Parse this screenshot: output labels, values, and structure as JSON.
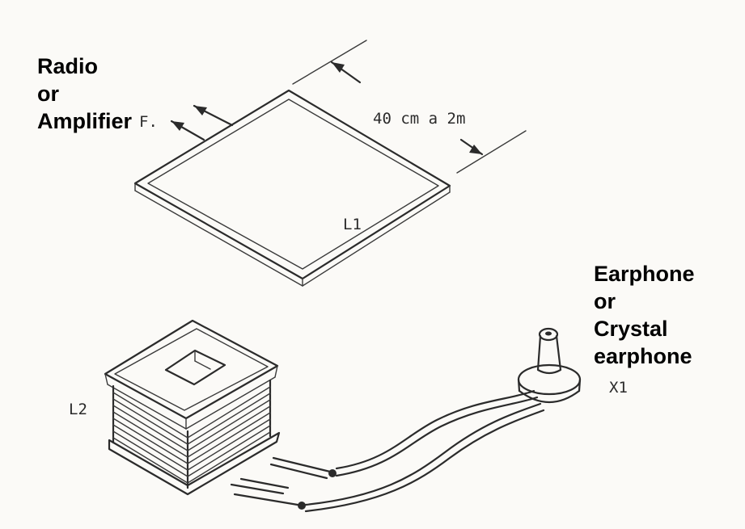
{
  "labels": {
    "radio": [
      "Radio",
      "or",
      "Amplifier"
    ],
    "earphone": [
      "Earphone",
      "or",
      "Crystal",
      "earphone"
    ]
  },
  "drawing_text": {
    "f_marker": "F.",
    "dimension": "40 cm a 2m",
    "l1": "L1",
    "l2": "L2",
    "x1": "X1"
  }
}
